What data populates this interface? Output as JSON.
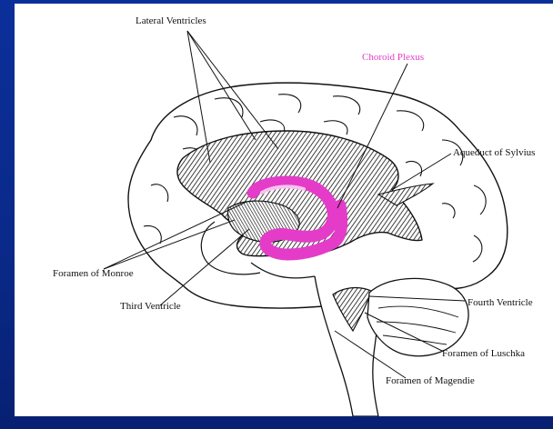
{
  "diagram": {
    "labels": {
      "lateral_ventricles": "Lateral Ventricles",
      "choroid_plexus": "Choroid Plexus",
      "aqueduct_of_sylvius": "Aqueduct of Sylvius",
      "foramen_of_monroe": "Foramen of Monroe",
      "third_ventricle": "Third Ventricle",
      "fourth_ventricle": "Fourth Ventricle",
      "foramen_of_luschka": "Foramen of Luschka",
      "foramen_of_magendie": "Foramen of Magendie"
    },
    "colors": {
      "background": "#0a2a8a",
      "panel": "#ffffff",
      "choroid_plexus": "#e43cc8",
      "ink": "#111111"
    }
  }
}
